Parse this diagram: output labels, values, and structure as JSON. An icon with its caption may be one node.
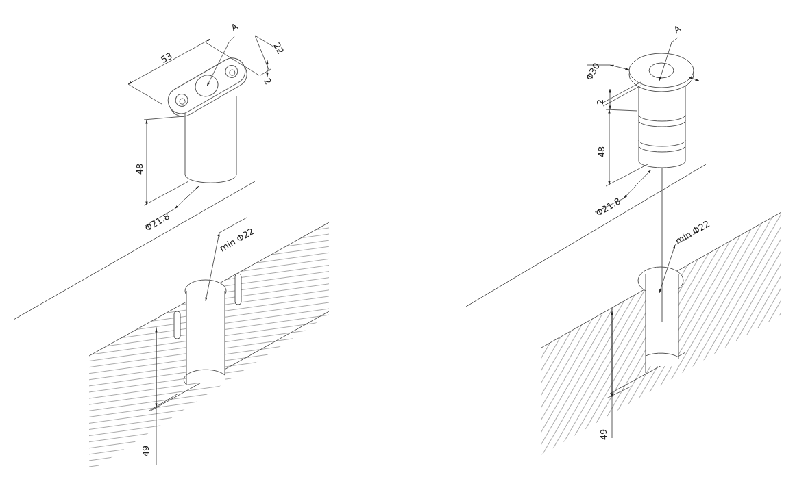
{
  "diagram": {
    "nodes": [
      {
        "text": [
          "A"
        ]
      },
      {
        "text": [
          "A"
        ]
      }
    ],
    "edges": [
      {
        "from": 0,
        "to": null,
        "arrow": "to"
      },
      {
        "from": 1,
        "to": null,
        "arrow": "to"
      }
    ],
    "labels": [
      "53",
      "22",
      "2",
      "48",
      "Φ21,8",
      "min Φ22",
      "49",
      "Φ30",
      "2",
      "48",
      "Φ21,8",
      "min Φ22",
      "49"
    ]
  }
}
